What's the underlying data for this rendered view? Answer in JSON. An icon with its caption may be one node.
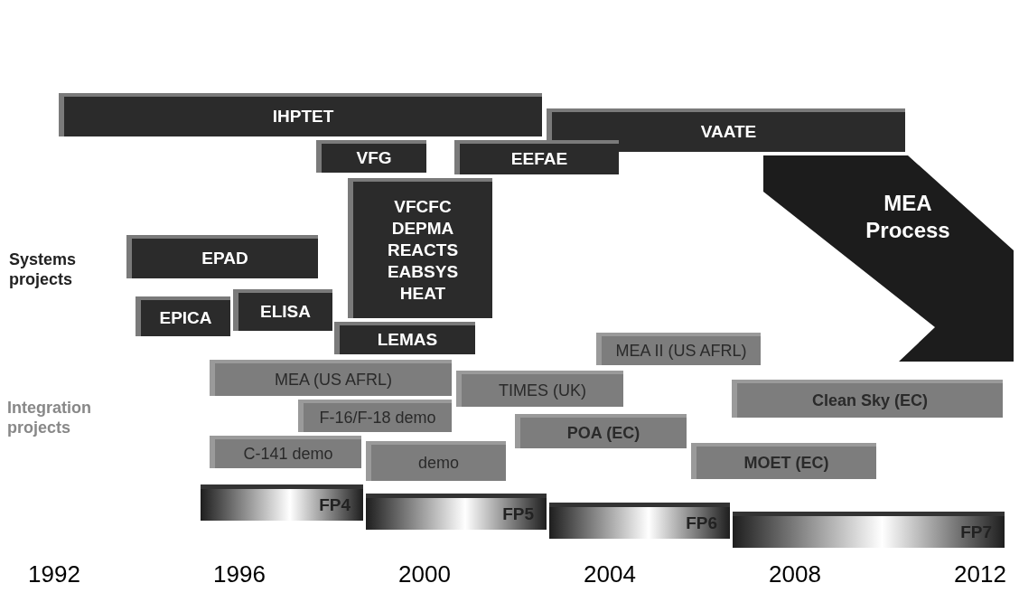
{
  "diagram": {
    "nodes": [
      {
        "text": [
          "IHPTET"
        ]
      },
      {
        "text": [
          "VAATE"
        ]
      },
      {
        "text": [
          "MEA Process"
        ]
      },
      {
        "text": [
          "VFG"
        ]
      },
      {
        "text": [
          "EEFAE"
        ]
      },
      {
        "text": [
          "VFCFC",
          "DEPMA",
          "REACTS",
          "EABSYS",
          "HEAT"
        ]
      },
      {
        "text": [
          "LEMAS"
        ]
      },
      {
        "text": [
          "EPAD"
        ]
      },
      {
        "text": [
          "EPICA"
        ]
      },
      {
        "text": [
          "ELISA"
        ]
      },
      {
        "text": [
          "MEA (US AFRL)"
        ]
      },
      {
        "text": [
          "TIMES (UK)"
        ]
      },
      {
        "text": [
          "F-16/F-18 demo"
        ]
      },
      {
        "text": [
          "C-141 demo"
        ]
      },
      {
        "text": [
          "demo"
        ]
      },
      {
        "text": [
          "POA (EC)"
        ]
      },
      {
        "text": [
          "MEA II (US AFRL)"
        ]
      },
      {
        "text": [
          "Clean Sky (EC)"
        ]
      },
      {
        "text": [
          "MOET (EC)"
        ]
      },
      {
        "text": [
          "FP4"
        ]
      },
      {
        "text": [
          "FP5"
        ]
      },
      {
        "text": [
          "FP6"
        ]
      },
      {
        "text": [
          "FP7"
        ]
      }
    ],
    "labels": [
      "Systems projects",
      "Integration projects",
      "1992",
      "1996",
      "2000",
      "2004",
      "2008",
      "2012"
    ]
  }
}
